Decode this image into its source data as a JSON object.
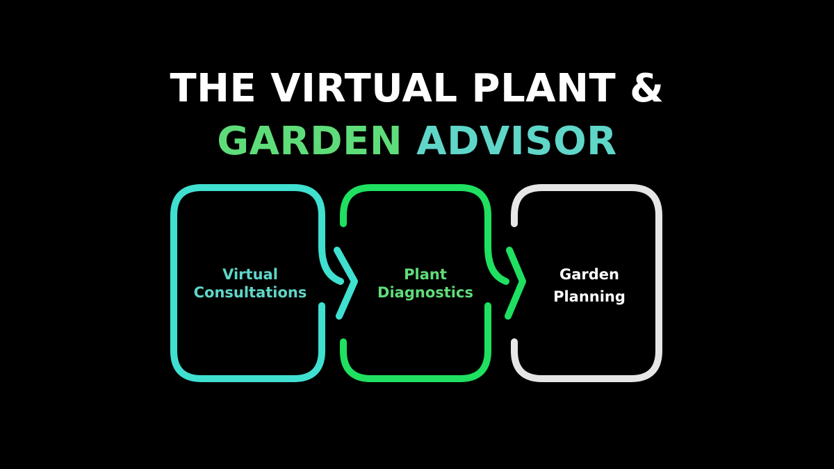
{
  "title": {
    "line1": "THE VIRTUAL PLANT &",
    "line2_part1": "GARDEN",
    "line2_part2": "ADVISOR",
    "line2_part1_color": "#5fdc7a",
    "line2_part2_color": "#5fd6c8"
  },
  "steps": [
    {
      "line1": "Virtual",
      "line2": "Consultations",
      "text_color": "#5fd6c8",
      "border_color": "#3fe0d0"
    },
    {
      "line1": "Plant",
      "line2": "Diagnostics",
      "text_color": "#5fdc7a",
      "border_color": "#1fe060"
    },
    {
      "line1": "Garden",
      "line2": "Planning",
      "text_color": "#ffffff",
      "border_color": "#e6e6e6"
    }
  ]
}
